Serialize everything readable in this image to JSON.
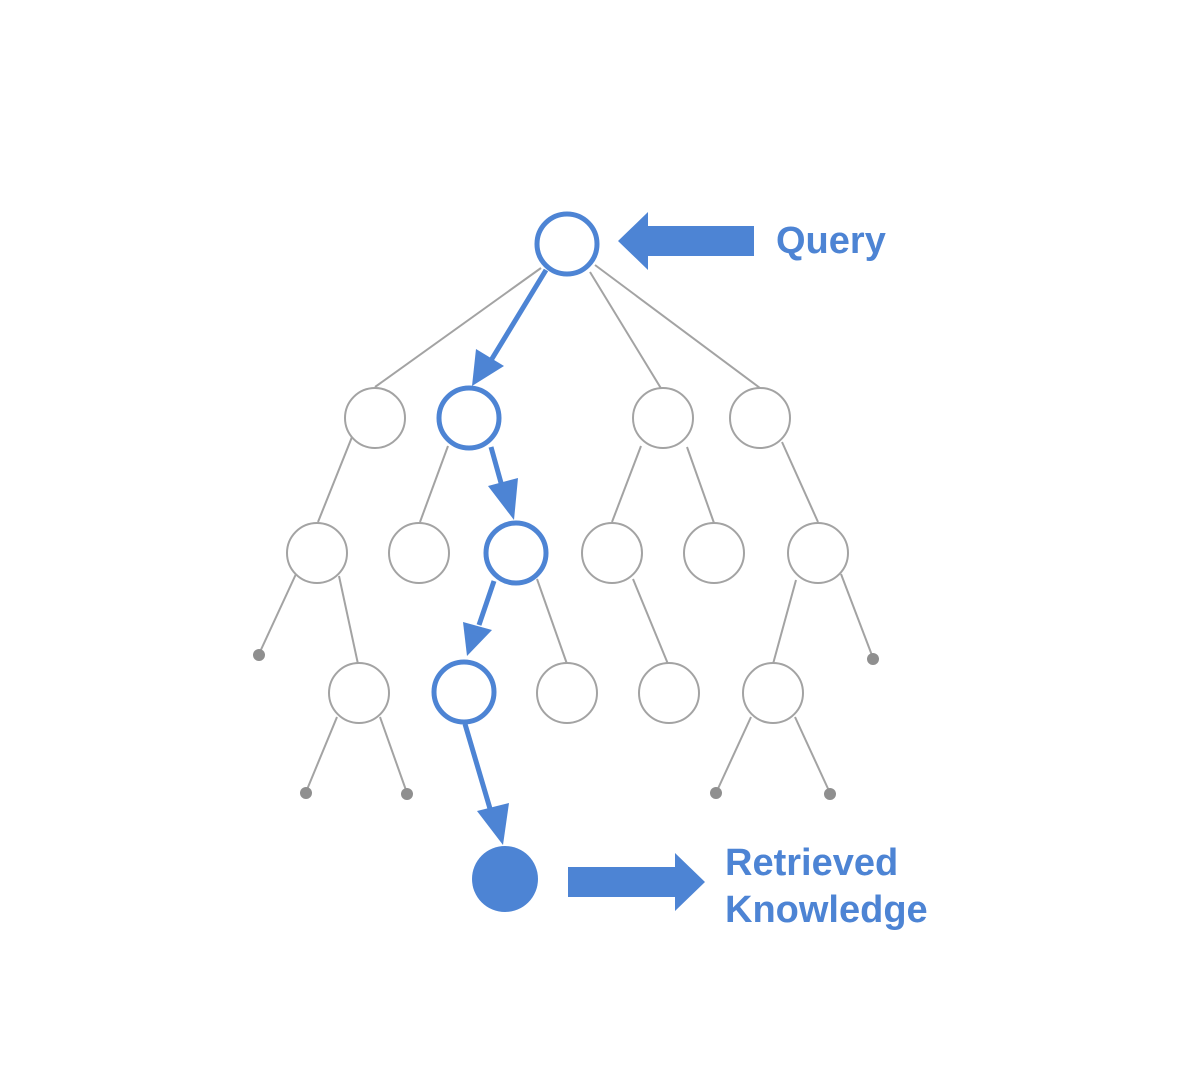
{
  "labels": {
    "query": "Query",
    "retrieved_line1": "Retrieved",
    "retrieved_line2": "Knowledge"
  },
  "colors": {
    "accent": "#4d84d4",
    "node_outline": "#a3a3a3",
    "leaf_dot": "#8f8f8f",
    "background": "#ffffff"
  }
}
